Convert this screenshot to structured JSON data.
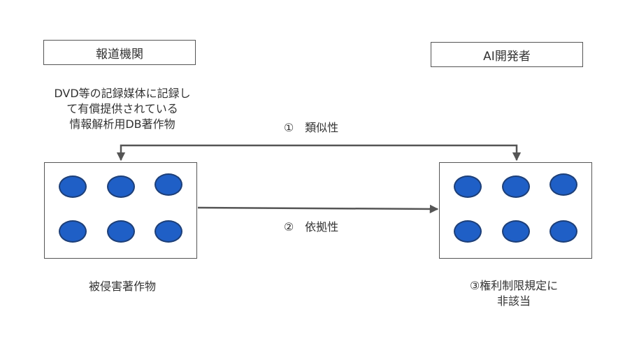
{
  "left_entity": {
    "label": "報道機関"
  },
  "right_entity": {
    "label": "AI開発者"
  },
  "description": {
    "lines": [
      "DVD等の記録媒体に記録し",
      "て有償提供されている",
      "情報解析用DB著作物"
    ]
  },
  "relations": {
    "similarity": "①　類似性",
    "reliance": "②　依拠性"
  },
  "captions": {
    "left": "被侵害著作物",
    "right_lines": [
      "③権利制限規定に",
      "非該当"
    ]
  },
  "colors": {
    "dot_fill": "#1f5fc6",
    "dot_stroke": "#1d3f78",
    "line": "#555555"
  }
}
